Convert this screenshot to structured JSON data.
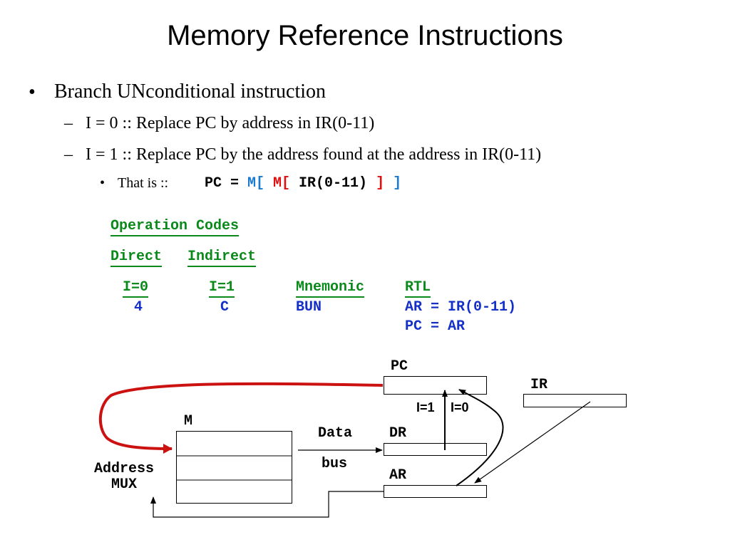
{
  "title": "Memory Reference Instructions",
  "bullets": {
    "b1": {
      "marker": "•",
      "text": "Branch UNconditional instruction"
    },
    "s1": {
      "marker": "–",
      "text": "I = 0 :: Replace PC by address in IR(0-11)"
    },
    "s2": {
      "marker": "–",
      "text": "I = 1 :: Replace PC by the address found at the address in IR(0-11)"
    },
    "t1": {
      "marker": "•",
      "prefix": "That is ::",
      "expr": {
        "p1": "PC = ",
        "p2": "M[ ",
        "p3": "M[ ",
        "p4": "IR(0-11) ",
        "p5": "] ",
        "p6": "]"
      }
    }
  },
  "table": {
    "opcodes_header": "Operation Codes",
    "direct_header": "Direct",
    "indirect_header": "Indirect",
    "i0_header": "I=0",
    "i1_header": "I=1",
    "mnemonic_header": "Mnemonic",
    "rtl_header": "RTL",
    "direct_value": "4",
    "indirect_value": "C",
    "mnemonic_value": "BUN",
    "rtl_line1": "AR = IR(0-11)",
    "rtl_line2": "PC = AR"
  },
  "diagram": {
    "pc_label": "PC",
    "ir_label": "IR",
    "m_label": "M",
    "data_label": "Data",
    "bus_label": "bus",
    "dr_label": "DR",
    "ar_label": "AR",
    "i1_label": "I=1",
    "i0_label": "I=0",
    "address_label": "Address",
    "mux_label": "MUX",
    "red_arrow_color": "#cc1111",
    "line_color": "#000000"
  }
}
